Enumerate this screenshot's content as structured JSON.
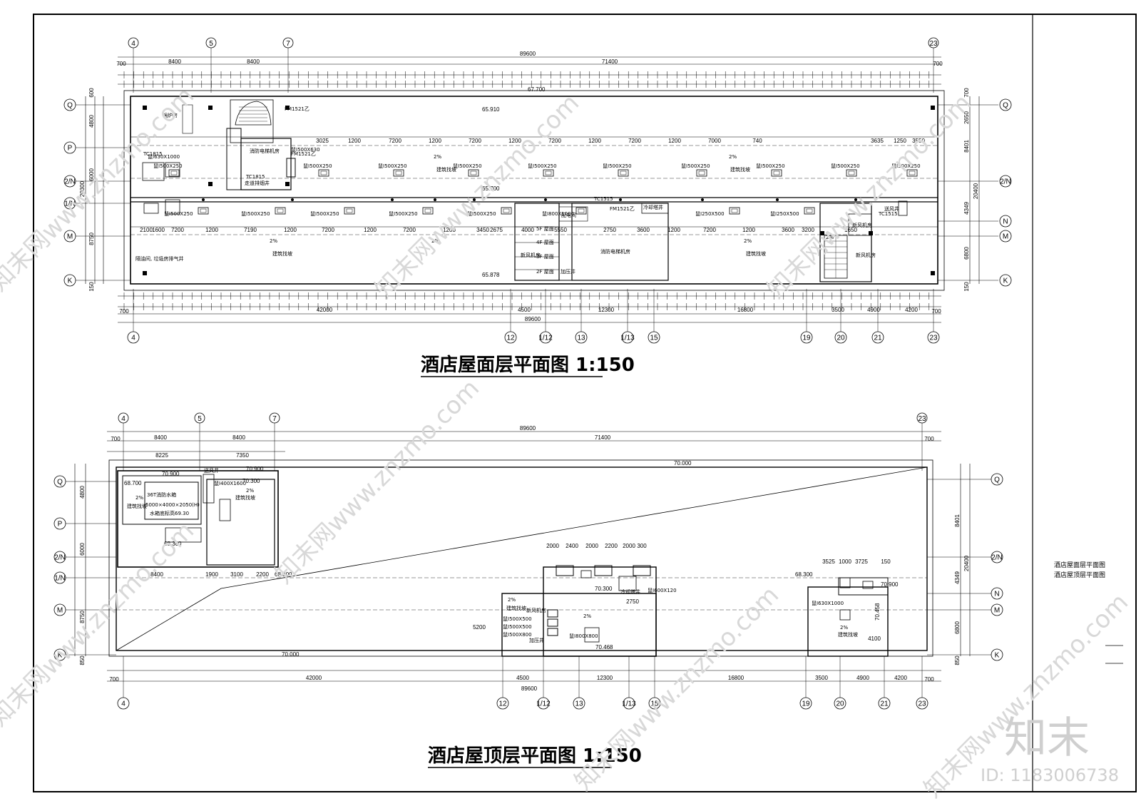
{
  "titles": {
    "roof_plan": "酒店屋面层平面图 1:150",
    "top_plan": "酒店屋顶层平面图 1:150"
  },
  "side_panel": {
    "line1": "酒店屋面层平面图",
    "line2": "酒店屋顶层平面图"
  },
  "watermark": {
    "logo": "知末",
    "id": "ID: 1183006738",
    "diag": "知末网www.znzmo.com"
  },
  "plan1": {
    "top_axes": [
      "4",
      "5",
      "7",
      "23"
    ],
    "bottom_axes": [
      "4",
      "12",
      "1/12",
      "13",
      "1/13",
      "15",
      "19",
      "20",
      "21",
      "23"
    ],
    "left_axes": [
      "Q",
      "P",
      "2/N",
      "1/N",
      "M",
      "K"
    ],
    "right_axes": [
      "Q",
      "2/N",
      "N",
      "M",
      "K"
    ],
    "dims_top": [
      "89600",
      "8400",
      "8400",
      "71400",
      "700",
      "700"
    ],
    "dims_bottom": [
      "42000",
      "4500",
      "12300",
      "16800",
      "3500",
      "4900",
      "4200",
      "89600",
      "700",
      "700"
    ],
    "dims_left": [
      "4800",
      "6000",
      "20300",
      "8750",
      "600",
      "150"
    ],
    "dims_right": [
      "2650",
      "8401",
      "20400",
      "4349",
      "6800",
      "700",
      "150"
    ],
    "levels": [
      "67.700",
      "65.910",
      "65.700",
      "65.878"
    ],
    "rooms": [
      "消防电梯机房",
      "消防电梯机房",
      "新风机房",
      "新风机房",
      "新风机房",
      "配电间",
      "冷却塔井",
      "走道排烟井",
      "加压井",
      "送风井",
      "锅炉房",
      "隔油间, 垃圾房排气井",
      "2F 屋面",
      "3F 屋面",
      "4F 屋面",
      "5F 屋面"
    ],
    "ducts": [
      "鼠I500X250",
      "鼠I500X250",
      "鼠I500X250",
      "鼠I500X250",
      "鼠I500X250",
      "鼠I500X250",
      "鼠I500X250",
      "鼠I500X250",
      "鼠I500X250",
      "鼠I500X250",
      "鼠I500X250",
      "鼠I500X250",
      "鼠I500X250",
      "鼠I500X250",
      "鼠I500X250",
      "鼠I800X1000",
      "鼠I250X500",
      "鼠I250X500",
      "鼠I500X630",
      "鼠I630X1000"
    ],
    "slopes": [
      "2%",
      "2%",
      "2%",
      "2%",
      "2%",
      "2%"
    ],
    "notes": [
      "建筑找坡",
      "建筑找坡",
      "建筑找坡",
      "建筑找坡"
    ],
    "door_tags": [
      "FM1521乙",
      "FM1521乙",
      "FM1521乙",
      "TC1815",
      "TC1815",
      "TC1515",
      "TC1515"
    ],
    "inner_dims": [
      "3025",
      "1200",
      "7200",
      "1200",
      "7200",
      "1200",
      "7200",
      "1200",
      "7200",
      "1200",
      "7000",
      "740",
      "3635",
      "1250",
      "3550",
      "2100",
      "1600",
      "7200",
      "1200",
      "7190",
      "1200",
      "7200",
      "1200",
      "7200",
      "1200",
      "3450",
      "2675",
      "4000",
      "5550",
      "2750",
      "3600",
      "1200",
      "7200",
      "1200",
      "3600",
      "3200",
      "1650"
    ]
  },
  "plan2": {
    "top_axes": [
      "4",
      "5",
      "7",
      "23"
    ],
    "bottom_axes": [
      "4",
      "12",
      "1/12",
      "13",
      "1/13",
      "15",
      "19",
      "20",
      "21",
      "23"
    ],
    "left_axes": [
      "Q",
      "P",
      "2/N",
      "1/N",
      "M",
      "K"
    ],
    "right_axes": [
      "Q",
      "2/N",
      "N",
      "M",
      "K"
    ],
    "dims_top": [
      "89600",
      "8400",
      "8400",
      "71400",
      "8225",
      "7350",
      "700",
      "700"
    ],
    "dims_bottom": [
      "42000",
      "4500",
      "12300",
      "16800",
      "3500",
      "4900",
      "4200",
      "89600",
      "700",
      "700"
    ],
    "dims_left": [
      "4800",
      "6000",
      "8750",
      "850"
    ],
    "dims_right": [
      "8401",
      "20400",
      "4349",
      "6800",
      "850"
    ],
    "levels": [
      "70.000",
      "70.000",
      "70.900",
      "70.900",
      "68.700",
      "68.300",
      "68.300",
      "70.300",
      "70.300",
      "70.468",
      "68.300",
      "70.900",
      "70.458"
    ],
    "rooms": [
      "36T消防水箱",
      "送风井",
      "加压井",
      "新风机房",
      "冷却塔井"
    ],
    "tank_note": "5000×4000×2050(H)",
    "tank_level": "水箱底标高69.30",
    "ducts": [
      "鼠I400X1600",
      "鼠I600X120",
      "鼠I500X500",
      "鼠I500X500",
      "鼠I500X800",
      "鼠I800X800",
      "鼠I630X1000"
    ],
    "notes": [
      "建筑找坡",
      "建筑找坡",
      "建筑找坡",
      "建筑找坡"
    ],
    "slopes": [
      "2%",
      "2%",
      "2%",
      "2%",
      "2%"
    ],
    "inner_dims": [
      "2000",
      "2400",
      "2000",
      "2200",
      "2000",
      "300",
      "3525",
      "1000",
      "3725",
      "150",
      "8400",
      "1900",
      "3100",
      "2200",
      "2750",
      "5200",
      "4100"
    ]
  }
}
